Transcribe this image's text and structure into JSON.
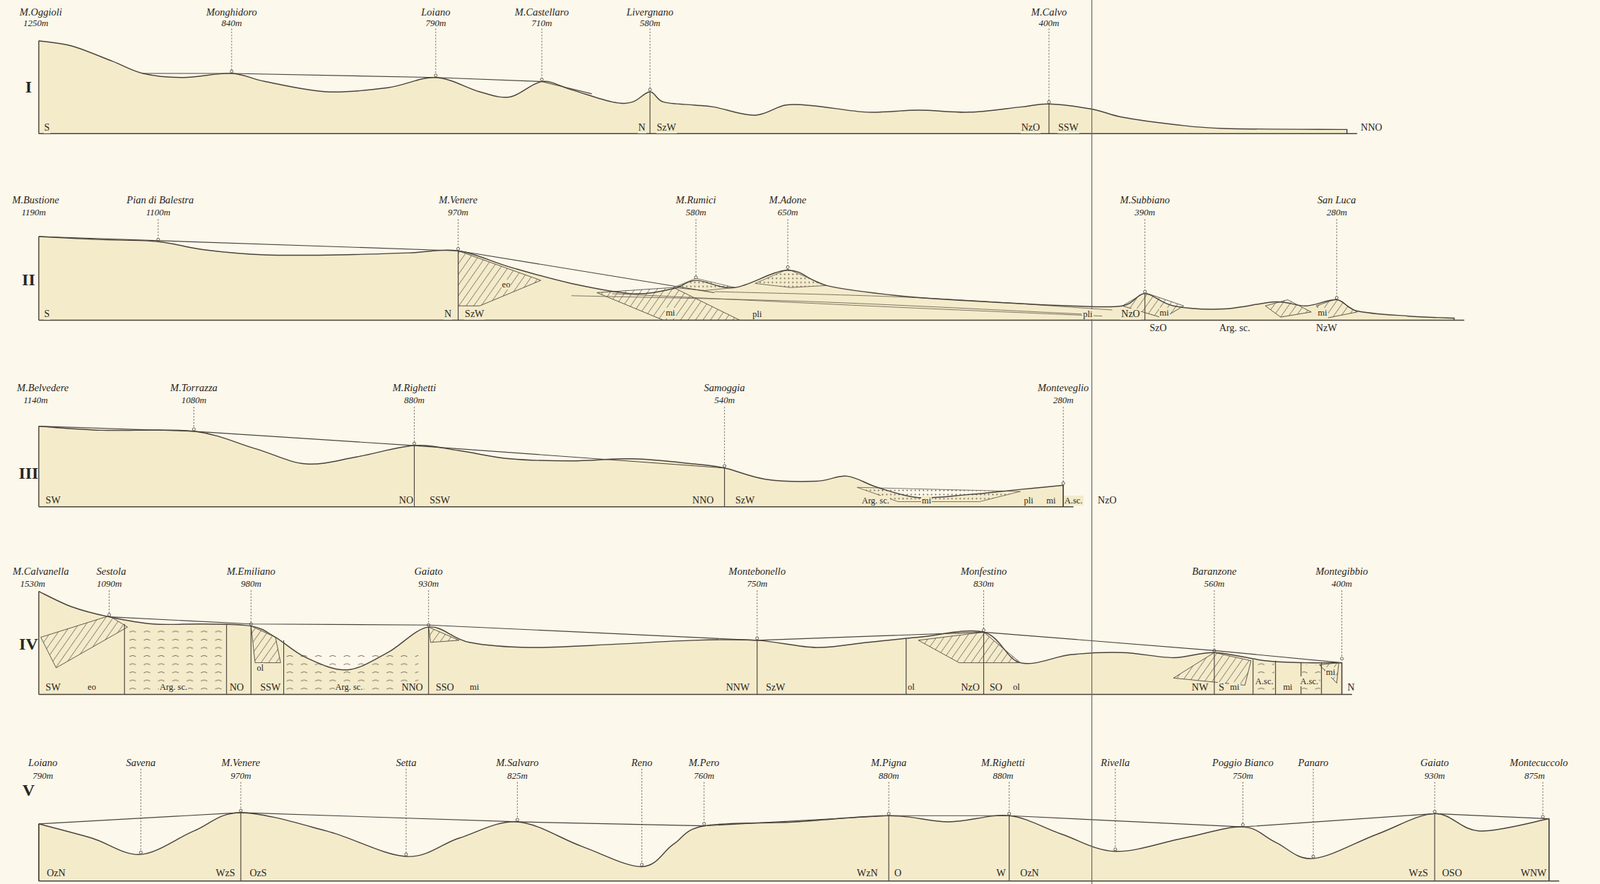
{
  "diagram": {
    "labels": [
      "M.Oggioli",
      "1250m",
      "Monghidoro",
      "840m",
      "Loiano",
      "790m",
      "M.Castellaro",
      "710m",
      "Livergnano",
      "580m",
      "M.Calvo",
      "400m",
      "I",
      "S",
      "N",
      "SzW",
      "NzO",
      "SSW",
      "NNO",
      "M.Bustione",
      "1190m",
      "Pian di Balestra",
      "1100m",
      "M.Venere",
      "970m",
      "M.Rumici",
      "580m",
      "M.Adone",
      "650m",
      "M.Subbiano",
      "390m",
      "San Luca",
      "280m",
      "II",
      "S",
      "N",
      "SzW",
      "eo",
      "mi",
      "pli",
      "pli",
      "NzO",
      "mi",
      "SzO",
      "Arg. sc.",
      "mi",
      "NzW",
      "M.Belvedere",
      "1140m",
      "M.Torrazza",
      "1080m",
      "M.Righetti",
      "880m",
      "Samoggia",
      "540m",
      "Monteveglio",
      "280m",
      "III",
      "SW",
      "NO",
      "SSW",
      "NNO",
      "SzW",
      "Arg. sc.",
      "mi",
      "pli",
      "mi",
      "A.sc.",
      "NzO",
      "M.Calvanella",
      "1530m",
      "Sestola",
      "1090m",
      "M.Emiliano",
      "980m",
      "Gaiato",
      "930m",
      "Montebonello",
      "750m",
      "Monfestino",
      "830m",
      "Baranzone",
      "560m",
      "Montegibbio",
      "400m",
      "IV",
      "SW",
      "eo",
      "Arg. sc.",
      "NO",
      "ol",
      "SSW",
      "Arg. sc.",
      "NNO",
      "SSO",
      "mi",
      "NNW",
      "SzW",
      "ol",
      "NzO",
      "SO",
      "ol",
      "NW",
      "S",
      "mi",
      "A.sc.",
      "mi",
      "A.sc.",
      "mi",
      "N",
      "Loiano",
      "790m",
      "Savena",
      "M.Venere",
      "970m",
      "Setta",
      "M.Salvaro",
      "825m",
      "Reno",
      "M.Pero",
      "760m",
      "M.Pigna",
      "880m",
      "M.Righetti",
      "880m",
      "Rivella",
      "Poggio Bianco",
      "750m",
      "Panaro",
      "Gaiato",
      "930m",
      "Montecuccolo",
      "875m",
      "V",
      "OzN",
      "WzS",
      "OzS",
      "WzN",
      "O",
      "W",
      "OzN",
      "WzS",
      "OSO",
      "WNW"
    ]
  }
}
